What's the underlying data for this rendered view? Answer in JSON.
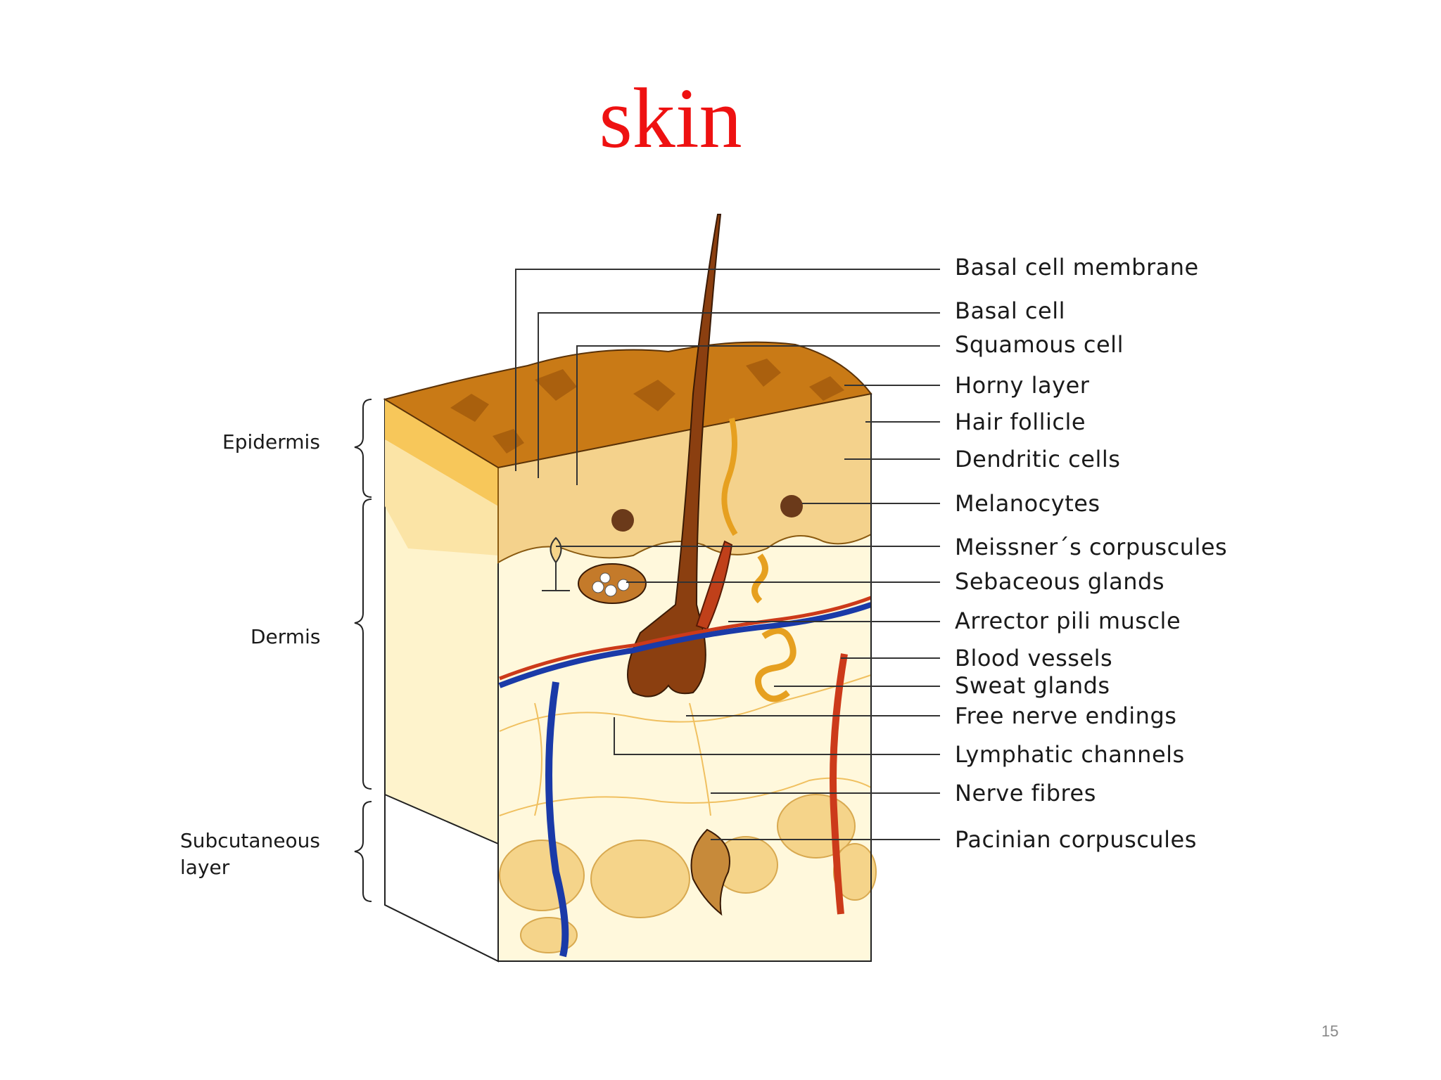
{
  "title": "skin",
  "slide_number": "15",
  "layers": [
    "Epidermis",
    "Dermis",
    "Subcutaneous",
    "layer"
  ],
  "labels": [
    "Basal cell membrane",
    "Basal cell",
    "Squamous cell",
    "Horny layer",
    "Hair follicle",
    "Dendritic cells",
    "Melanocytes",
    "Meissner´s corpuscules",
    "Sebaceous glands",
    "Arrector pili muscle",
    "Blood vessels",
    "Sweat glands",
    "Free nerve endings",
    "Lymphatic channels",
    "Nerve fibres",
    "Pacinian corpuscules"
  ],
  "colors": {
    "title": "#ee1111",
    "horny_layer": "#c97a16",
    "hair": "#8b3f10",
    "vein": "#1a3aa8",
    "artery": "#cc3a1a",
    "fat": "#f5d48a",
    "dermis": "#fff8dc"
  }
}
